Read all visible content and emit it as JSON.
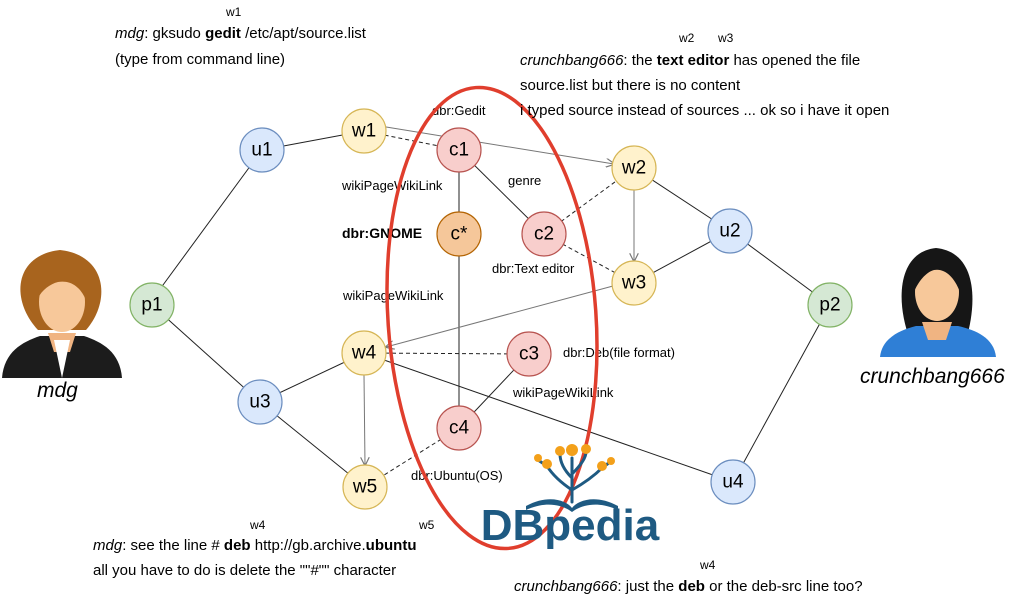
{
  "nodes": [
    {
      "id": "u1",
      "label": "u1",
      "type": "user"
    },
    {
      "id": "u2",
      "label": "u2",
      "type": "user"
    },
    {
      "id": "u3",
      "label": "u3",
      "type": "user"
    },
    {
      "id": "u4",
      "label": "u4",
      "type": "user"
    },
    {
      "id": "w1",
      "label": "w1",
      "type": "word"
    },
    {
      "id": "w2",
      "label": "w2",
      "type": "word"
    },
    {
      "id": "w3",
      "label": "w3",
      "type": "word"
    },
    {
      "id": "w4",
      "label": "w4",
      "type": "word"
    },
    {
      "id": "w5",
      "label": "w5",
      "type": "word"
    },
    {
      "id": "c1",
      "label": "c1",
      "type": "concept"
    },
    {
      "id": "c2",
      "label": "c2",
      "type": "concept"
    },
    {
      "id": "c3",
      "label": "c3",
      "type": "concept"
    },
    {
      "id": "c4",
      "label": "c4",
      "type": "concept"
    },
    {
      "id": "cstar",
      "label": "c*",
      "type": "central"
    },
    {
      "id": "p1",
      "label": "p1",
      "type": "person"
    },
    {
      "id": "p2",
      "label": "p2",
      "type": "person"
    }
  ],
  "edge_labels": {
    "gedit": "dbr:Gedit",
    "wiki1": "wikiPageWikiLink",
    "genre": "genre",
    "gnome": "dbr:GNOME",
    "texteditor": "dbr:Text editor",
    "wiki2": "wikiPageWikiLink",
    "deb": "dbr:Deb(file format)",
    "wiki3": "wikiPageWikiLink",
    "ubuntu": "dbr:Ubuntu(OS)"
  },
  "people": {
    "left": "mdg",
    "right": "crunchbang666"
  },
  "messages": {
    "m1_sup": "w1",
    "m1_user": "mdg",
    "m1_pre": ": gksudo ",
    "m1_bold": "gedit",
    "m1_post": " /etc/apt/source.list",
    "m1_line2": "(type from command line)",
    "m2_sup_a": "w2",
    "m2_sup_b": "w3",
    "m2_user": "crunchbang666",
    "m2_pre": ": the ",
    "m2_bold": "text editor",
    "m2_post": " has opened the file",
    "m2_line2": "source.list but there is no content",
    "m2_line3": "i typed source instead of sources ... ok so i have it open",
    "m3_sup_a": "w4",
    "m3_sup_b": "w5",
    "m3_user": "mdg",
    "m3_pre": ": see the line  # ",
    "m3_bold1": "deb",
    "m3_mid": " http://gb.archive.",
    "m3_bold2": "ubuntu",
    "m3_line2": "all you have to do is delete the \"\"#\"\" character",
    "m4_sup": "w4",
    "m4_user": "crunchbang666",
    "m4_pre": ": just the ",
    "m4_bold": "deb",
    "m4_post": " or the deb-src line too?"
  },
  "logo": {
    "text": "DBpedia"
  },
  "colors": {
    "user_fill": "#dae8fc",
    "user_stroke": "#6c8ebf",
    "word_fill": "#fff2cc",
    "word_stroke": "#d6b656",
    "concept_fill": "#f8cecc",
    "concept_stroke": "#b85450",
    "central_fill": "#f5c79a",
    "central_stroke": "#b46504",
    "person_fill": "#d5e8d4",
    "person_stroke": "#82b366",
    "highlight": "#e03e2d",
    "logo_blue": "#1e5a82",
    "logo_orange": "#f3a01a"
  }
}
